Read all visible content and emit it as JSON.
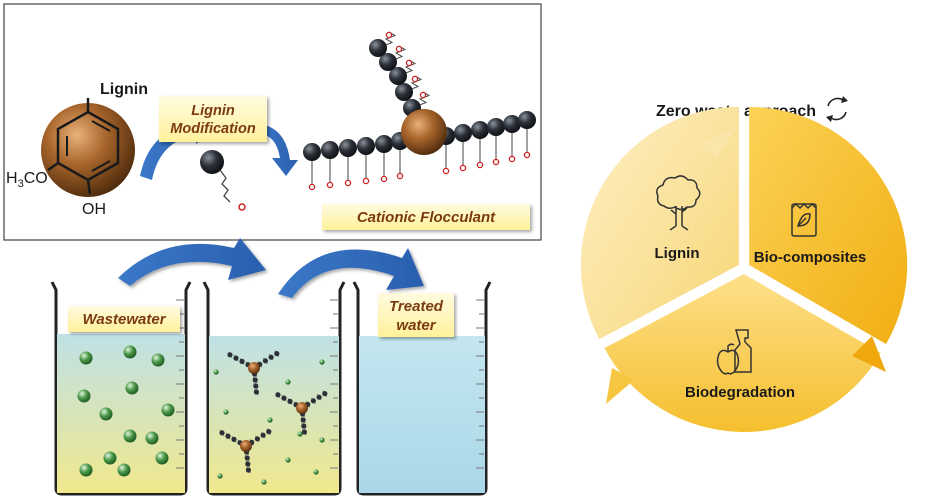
{
  "scheme": {
    "molecule": {
      "top_label": "Lignin",
      "left_label_prefix": "H",
      "left_label_sub": "3",
      "left_label_suffix": "CO",
      "bottom_label": "OH"
    },
    "modification_label_line1": "Lignin",
    "modification_label_line2": "Modification",
    "product_label": "Cationic Flocculant"
  },
  "beakers": {
    "wastewater_label": "Wastewater",
    "treated_label_line1": "Treated",
    "treated_label_line2": "water"
  },
  "cycle": {
    "title": "Zero waste approach",
    "segments": [
      "Lignin",
      "Bio-composites",
      "Biodegradation"
    ]
  },
  "colors": {
    "lignin_sphere": "#a0612a",
    "flocculant_bead": "#2b2f36",
    "arrow_blue": "#2f6fc0",
    "label_box": "#fff4a8",
    "water_yellow": "#e8e7a2",
    "water_blue": "#bfe3ee",
    "particle_green": "#3b8a3b",
    "cycle_light": "#fde6a3",
    "cycle_mid": "#f9c53c",
    "cycle_dark": "#f2b417"
  }
}
